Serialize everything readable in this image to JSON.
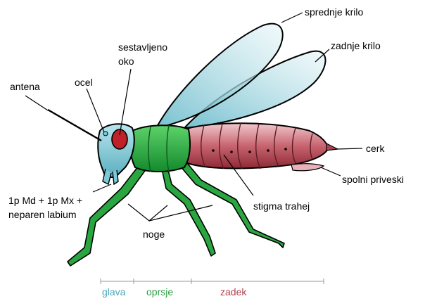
{
  "labels": {
    "sprednje_krilo": "sprednje krilo",
    "zadnje_krilo": "zadnje krilo",
    "sestavljeno_oko_line1": "sestavljeno",
    "sestavljeno_oko_line2": "oko",
    "ocel": "ocel",
    "antena": "antena",
    "cerk": "cerk",
    "spolni_priveski": "spolni priveski",
    "stigma_trahej": "stigma trahej",
    "usta_line1": "1p Md + 1p Mx +",
    "usta_line2": "neparen labium",
    "noge": "noge"
  },
  "segments": {
    "glava": "glava",
    "oprsje": "oprsje",
    "zadek": "zadek"
  },
  "colors": {
    "head": "#7ec8d8",
    "eye": "#c0202a",
    "thorax": "#1e9e3a",
    "abdomen": "#c8707a",
    "wing": "#bfe3ea",
    "glava_text": "#4aa6b8",
    "oprsje_text": "#2e9e44",
    "zadek_text": "#b0404a"
  }
}
